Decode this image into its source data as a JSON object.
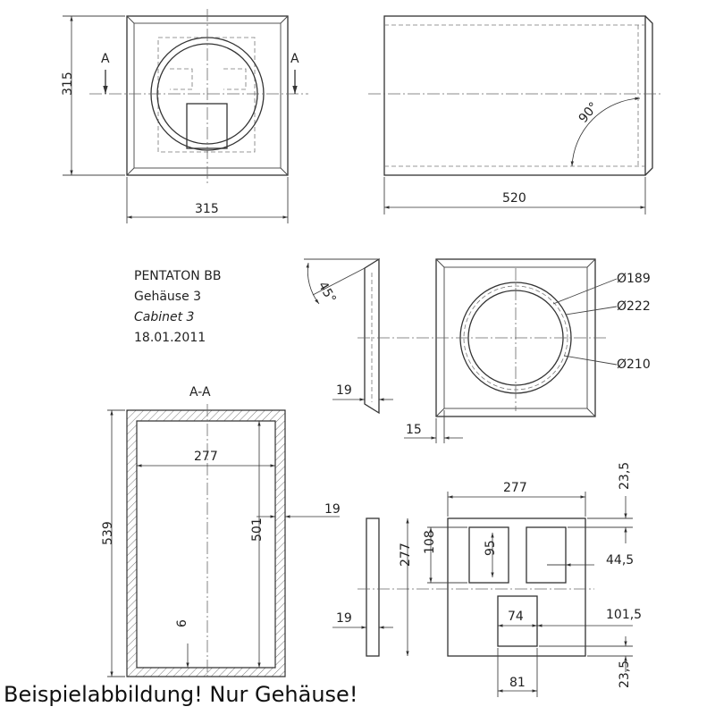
{
  "title_block": {
    "name": "PENTATON BB",
    "line_de": "Gehäuse 3",
    "line_en": "Cabinet 3",
    "date": "18.01.2011"
  },
  "footer": "Beispielabbildung! Nur Gehäuse!",
  "section_marker": "A",
  "section_title": "A-A",
  "dimensions": {
    "front_height": "315",
    "front_width": "315",
    "side_depth": "520",
    "side_angle": "90°",
    "bevel_angle": "45°",
    "baffle_thickness": "19",
    "baffle_inset": "15",
    "dia_189": "Ø189",
    "dia_222": "Ø222",
    "dia_210": "Ø210",
    "sec_inner_width": "277",
    "sec_wall": "19",
    "sec_outer_height": "539",
    "sec_inner_height": "501",
    "sec_gap": "6",
    "panel_width": "277",
    "panel_height": "277",
    "panel_top": "23,5",
    "panel_bottom": "23,5",
    "panel_thickness": "19",
    "hole_108": "108",
    "hole_95": "95",
    "hole_445": "44,5",
    "hole_74": "74",
    "hole_1015": "101,5",
    "hole_81": "81"
  }
}
